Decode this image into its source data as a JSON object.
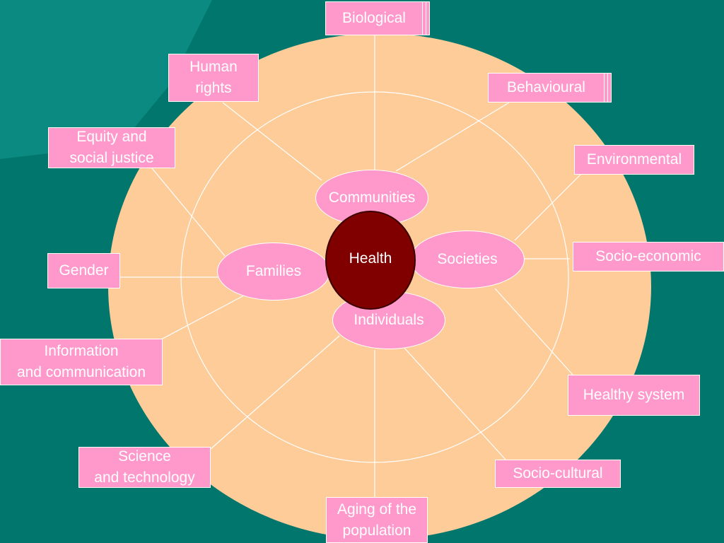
{
  "center": {
    "label": "Health"
  },
  "rings": {
    "top": {
      "label": "Communities"
    },
    "left": {
      "label": "Families"
    },
    "right": {
      "label": "Societies"
    },
    "bottom": {
      "label": "Individuals"
    }
  },
  "factors": {
    "biological": "Biological",
    "behavioural": "Behavioural",
    "environmental": "Environmental",
    "socio_economic": "Socio-economic",
    "healthy_system": "Healthy system",
    "socio_cultural": "Socio-cultural",
    "aging": "Aging of the\npopulation",
    "science": "Science\nand technology",
    "information": "Information\nand communication",
    "gender": "Gender",
    "equity": "Equity and\nsocial justice",
    "human_rights": "Human\nrights"
  },
  "colors": {
    "background": "#00766c",
    "disc": "#fdcc99",
    "box_fill": "#ff99cc",
    "center_fill": "#800000",
    "line": "#ffffff"
  }
}
